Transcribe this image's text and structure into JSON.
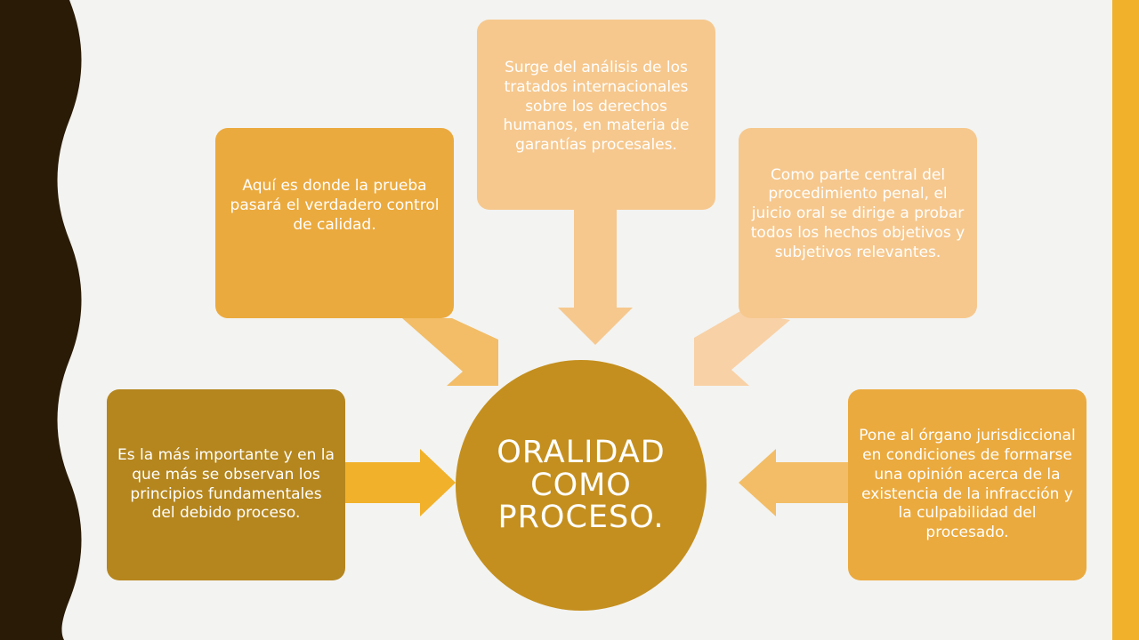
{
  "diagram": {
    "center": {
      "label": "ORALIDAD\nCOMO\nPROCESO."
    },
    "boxes": {
      "left": "Es la más importante y en la que más se observan los principios fundamentales del debido proceso.",
      "upper_left": "Aquí es donde la prueba pasará el verdadero control de calidad.",
      "top": "Surge del análisis de los tratados internacionales sobre los derechos humanos, en materia de garantías procesales.",
      "upper_right": "Como parte central del procedimiento penal, el juicio oral se dirige a probar todos los hechos objetivos y subjetivos relevantes.",
      "right": "Pone al órgano jurisdiccional en condiciones de formarse una opinión acerca de la existencia de la infracción y la culpabilidad del procesado."
    }
  },
  "colors": {
    "background": "#f3f3f1",
    "left_band": "#2a1b06",
    "right_bar": "#f1b12a",
    "center": "#c48f1e",
    "box_dark": "#b5861e",
    "box_mid": "#ebaa3e",
    "box_light": "#f6c88e",
    "arrow_left": "#f1b12a",
    "arrow_upper_left": "#f2bd66",
    "arrow_top": "#f6c88e",
    "arrow_upper_right": "#f8d1a6",
    "arrow_right": "#f2bd66"
  }
}
